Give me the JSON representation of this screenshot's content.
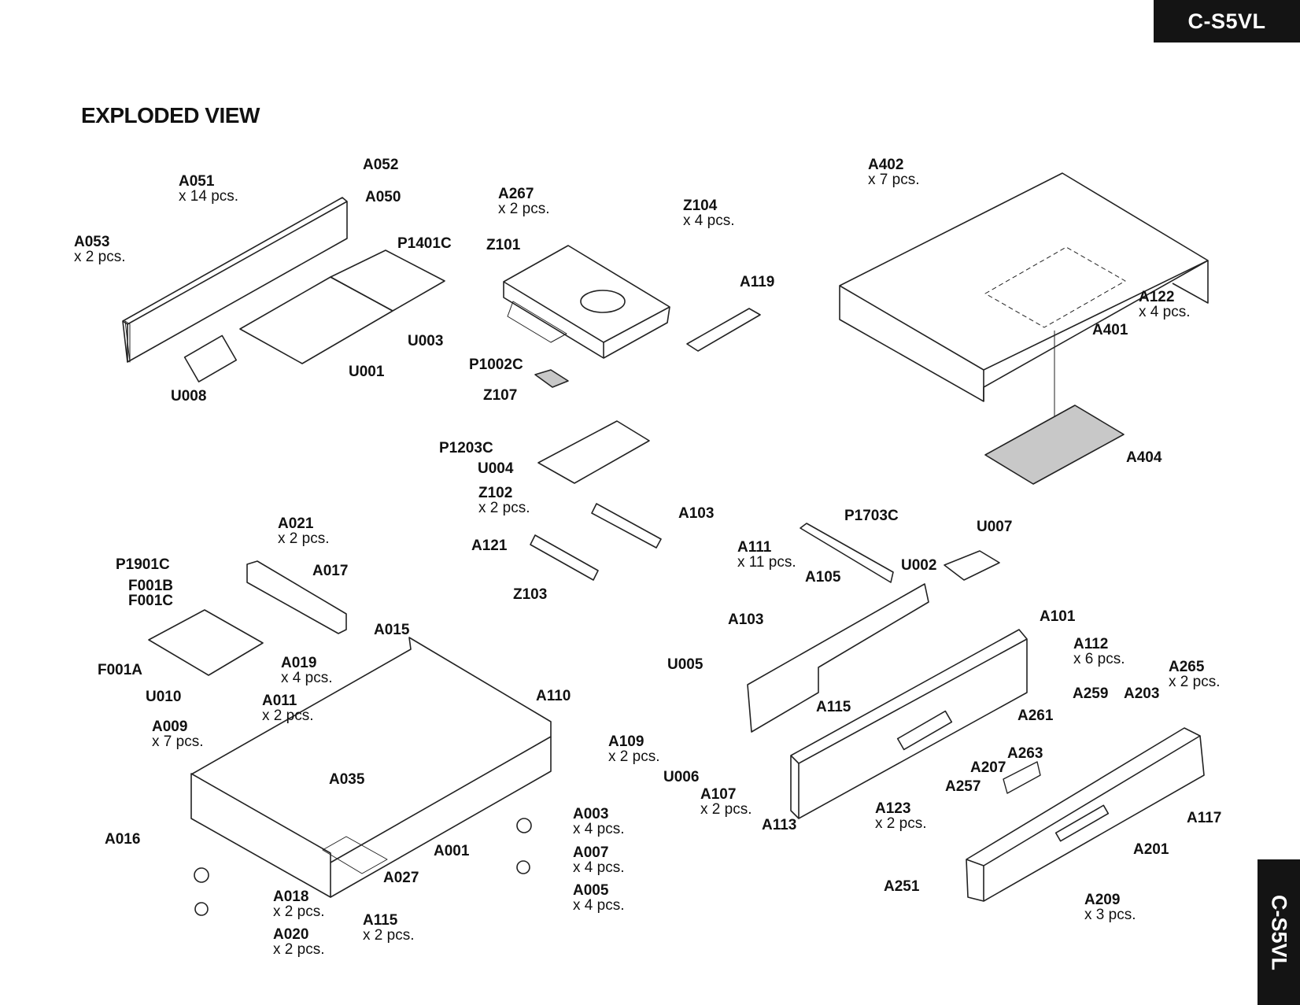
{
  "page": {
    "model_tab_top": "C-S5VL",
    "model_tab_side": "C-S5VL",
    "title": "EXPLODED VIEW"
  },
  "labels": [
    {
      "id": "A052",
      "qty": ""
    },
    {
      "id": "A051",
      "qty": "x 14 pcs."
    },
    {
      "id": "A050",
      "qty": ""
    },
    {
      "id": "A053",
      "qty": "x 2 pcs."
    },
    {
      "id": "P1401C",
      "qty": ""
    },
    {
      "id": "U003",
      "qty": ""
    },
    {
      "id": "U001",
      "qty": ""
    },
    {
      "id": "U008",
      "qty": ""
    },
    {
      "id": "A267",
      "qty": "x 2 pcs."
    },
    {
      "id": "Z104",
      "qty": "x 4 pcs."
    },
    {
      "id": "Z101",
      "qty": ""
    },
    {
      "id": "A119",
      "qty": ""
    },
    {
      "id": "P1002C",
      "qty": ""
    },
    {
      "id": "Z107",
      "qty": ""
    },
    {
      "id": "P1203C",
      "qty": ""
    },
    {
      "id": "U004",
      "qty": ""
    },
    {
      "id": "Z102",
      "qty": "x 2 pcs."
    },
    {
      "id": "A103",
      "qty": ""
    },
    {
      "id": "A121",
      "qty": ""
    },
    {
      "id": "Z103",
      "qty": ""
    },
    {
      "id": "A402",
      "qty": "x 7 pcs."
    },
    {
      "id": "A122",
      "qty": "x 4 pcs."
    },
    {
      "id": "A401",
      "qty": ""
    },
    {
      "id": "A404",
      "qty": ""
    },
    {
      "id": "A021",
      "qty": "x 2 pcs."
    },
    {
      "id": "A017",
      "qty": ""
    },
    {
      "id": "P1901C",
      "qty": ""
    },
    {
      "id": "F001B",
      "qty": ""
    },
    {
      "id": "F001C",
      "qty": ""
    },
    {
      "id": "F001A",
      "qty": ""
    },
    {
      "id": "U010",
      "qty": ""
    },
    {
      "id": "A019",
      "qty": "x 4 pcs."
    },
    {
      "id": "A015",
      "qty": ""
    },
    {
      "id": "A011",
      "qty": "x 2 pcs."
    },
    {
      "id": "A009",
      "qty": "x 7 pcs."
    },
    {
      "id": "A110",
      "qty": ""
    },
    {
      "id": "A035",
      "qty": ""
    },
    {
      "id": "A016",
      "qty": ""
    },
    {
      "id": "A003",
      "qty": "x 4 pcs."
    },
    {
      "id": "A007",
      "qty": "x 4 pcs."
    },
    {
      "id": "A005",
      "qty": "x 4 pcs."
    },
    {
      "id": "A001",
      "qty": ""
    },
    {
      "id": "A027",
      "qty": ""
    },
    {
      "id": "A018",
      "qty": "x 2 pcs."
    },
    {
      "id": "A020",
      "qty": "x 2 pcs."
    },
    {
      "id": "A115",
      "qty": "x 2 pcs."
    },
    {
      "id": "P1703C",
      "qty": ""
    },
    {
      "id": "U007",
      "qty": ""
    },
    {
      "id": "A111",
      "qty": "x 11 pcs."
    },
    {
      "id": "A105",
      "qty": ""
    },
    {
      "id": "U002",
      "qty": ""
    },
    {
      "id": "A103",
      "qty": ""
    },
    {
      "id": "A101",
      "qty": ""
    },
    {
      "id": "A112",
      "qty": "x 6 pcs."
    },
    {
      "id": "U005",
      "qty": ""
    },
    {
      "id": "A115",
      "qty": ""
    },
    {
      "id": "A265",
      "qty": "x 2 pcs."
    },
    {
      "id": "A259",
      "qty": ""
    },
    {
      "id": "A203",
      "qty": ""
    },
    {
      "id": "A261",
      "qty": ""
    },
    {
      "id": "A109",
      "qty": "x 2 pcs."
    },
    {
      "id": "U006",
      "qty": ""
    },
    {
      "id": "A207",
      "qty": ""
    },
    {
      "id": "A263",
      "qty": ""
    },
    {
      "id": "A107",
      "qty": "x 2 pcs."
    },
    {
      "id": "A113",
      "qty": ""
    },
    {
      "id": "A123",
      "qty": "x 2 pcs."
    },
    {
      "id": "A257",
      "qty": ""
    },
    {
      "id": "A117",
      "qty": ""
    },
    {
      "id": "A201",
      "qty": ""
    },
    {
      "id": "A251",
      "qty": ""
    },
    {
      "id": "A209",
      "qty": "x 3 pcs."
    }
  ]
}
